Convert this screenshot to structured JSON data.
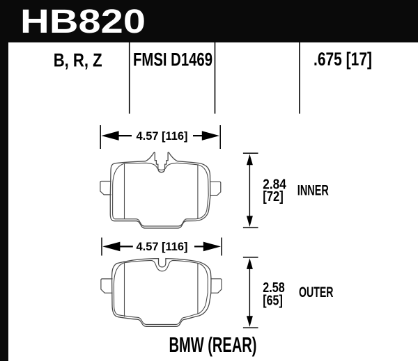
{
  "part_number": "HB820",
  "spec_bar": {
    "compounds": "B, R, Z",
    "fmsi": "FMSI D1469",
    "pad_thickness": ".675 [17]"
  },
  "inner_pad": {
    "width_dim": "4.57 [116]",
    "height_dim_in": "2.84",
    "height_dim_mm": "[72]",
    "position_label": "INNER"
  },
  "outer_pad": {
    "width_dim": "4.57 [116]",
    "height_dim_in": "2.58",
    "height_dim_mm": "[65]",
    "position_label": "OUTER"
  },
  "application": "BMW (REAR)",
  "colors": {
    "header_bg": "#0a0a0a",
    "dimension_ink": "#000000",
    "pad_outline": "#4a4a4a",
    "background": "#ffffff"
  }
}
